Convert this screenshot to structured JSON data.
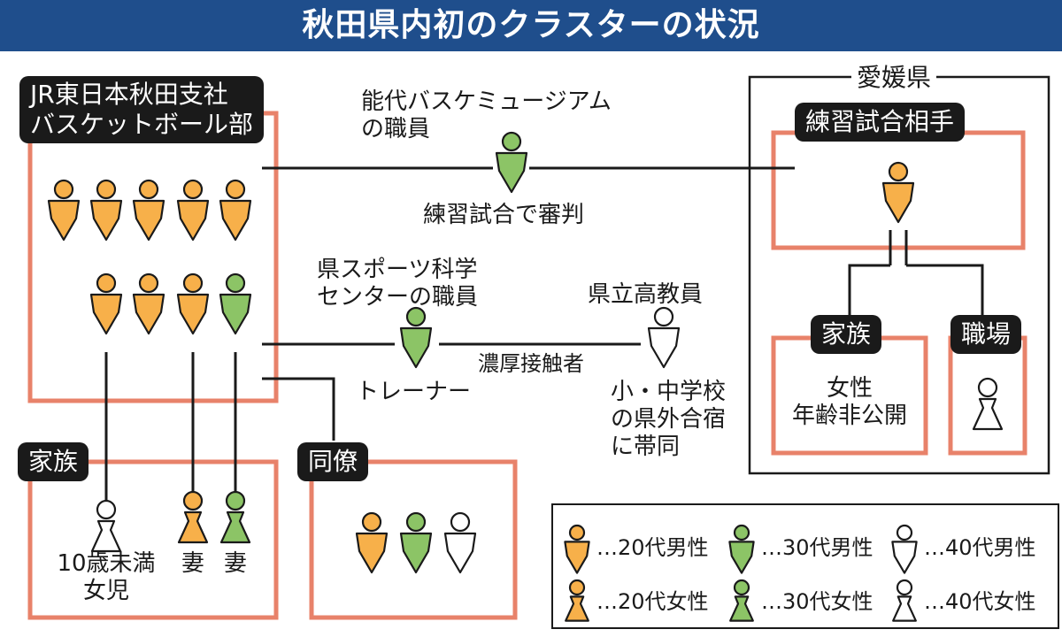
{
  "title": "秋田県内初のクラスターの状況",
  "colors": {
    "male_20s": "#f7b04a",
    "male_30s": "#8cc466",
    "male_40s": "#ffffff",
    "box_border": "#e8826a",
    "title_bg": "#1f4e8c",
    "line": "#1a1a1a"
  },
  "groups": {
    "jr_club": "JR東日本秋田支社\nバスケットボール部",
    "family_left": "家族",
    "colleagues": "同僚",
    "ehime_region": "愛媛県",
    "practice_opponent": "練習試合相手",
    "family_right": "家族",
    "workplace": "職場"
  },
  "people": {
    "museum_staff": "能代バスケミュージアム\nの職員",
    "museum_staff_note": "練習試合で審判",
    "sports_center_staff": "県スポーツ科学\nセンターの職員",
    "sports_center_role": "トレーナー",
    "close_contact": "濃厚接触者",
    "teacher": "県立高教員",
    "teacher_note": "小・中学校\nの県外合宿\nに帯同",
    "family_child": "10歳未満\n女児",
    "family_wife_1": "妻",
    "family_wife_2": "妻",
    "ehime_family_note": "女性\n年齢非公開"
  },
  "legend": [
    {
      "icon": "male-20s",
      "text": "…20代男性"
    },
    {
      "icon": "male-30s",
      "text": "…30代男性"
    },
    {
      "icon": "male-40s",
      "text": "…40代男性"
    },
    {
      "icon": "female-20s",
      "text": "…20代女性"
    },
    {
      "icon": "female-30s",
      "text": "…30代女性"
    },
    {
      "icon": "female-40s",
      "text": "…40代女性"
    }
  ]
}
